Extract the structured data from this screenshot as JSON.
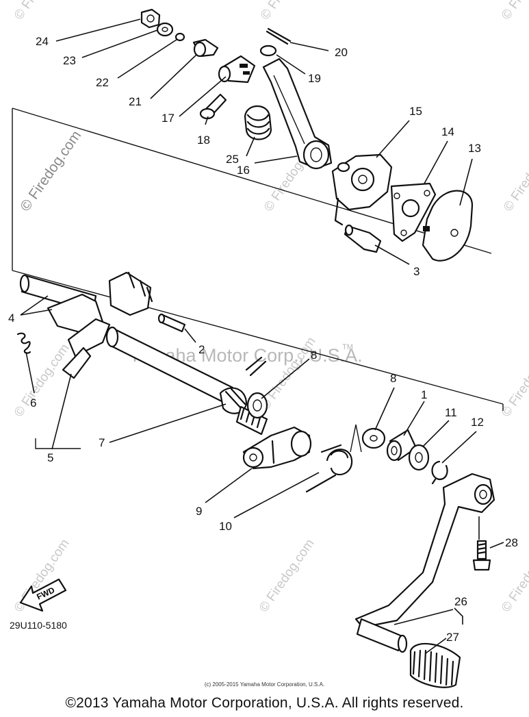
{
  "watermark": {
    "site": "© Firedog.com",
    "center": "Yamaha Motor Corp., U.S.A.",
    "tm": "TM"
  },
  "callouts": [
    "1",
    "2",
    "3",
    "4",
    "5",
    "6",
    "7",
    "8",
    "8",
    "9",
    "10",
    "11",
    "12",
    "13",
    "14",
    "15",
    "16",
    "17",
    "18",
    "19",
    "20",
    "21",
    "22",
    "23",
    "24",
    "25",
    "26",
    "27",
    "28"
  ],
  "diagram_code": "29U110-5180",
  "fwd_label": "FWD",
  "small_copyright": "(c) 2005-2015 Yamaha Motor Corporation, U.S.A.",
  "main_copyright": "©2013 Yamaha Motor Corporation, U.S.A. All rights reserved."
}
